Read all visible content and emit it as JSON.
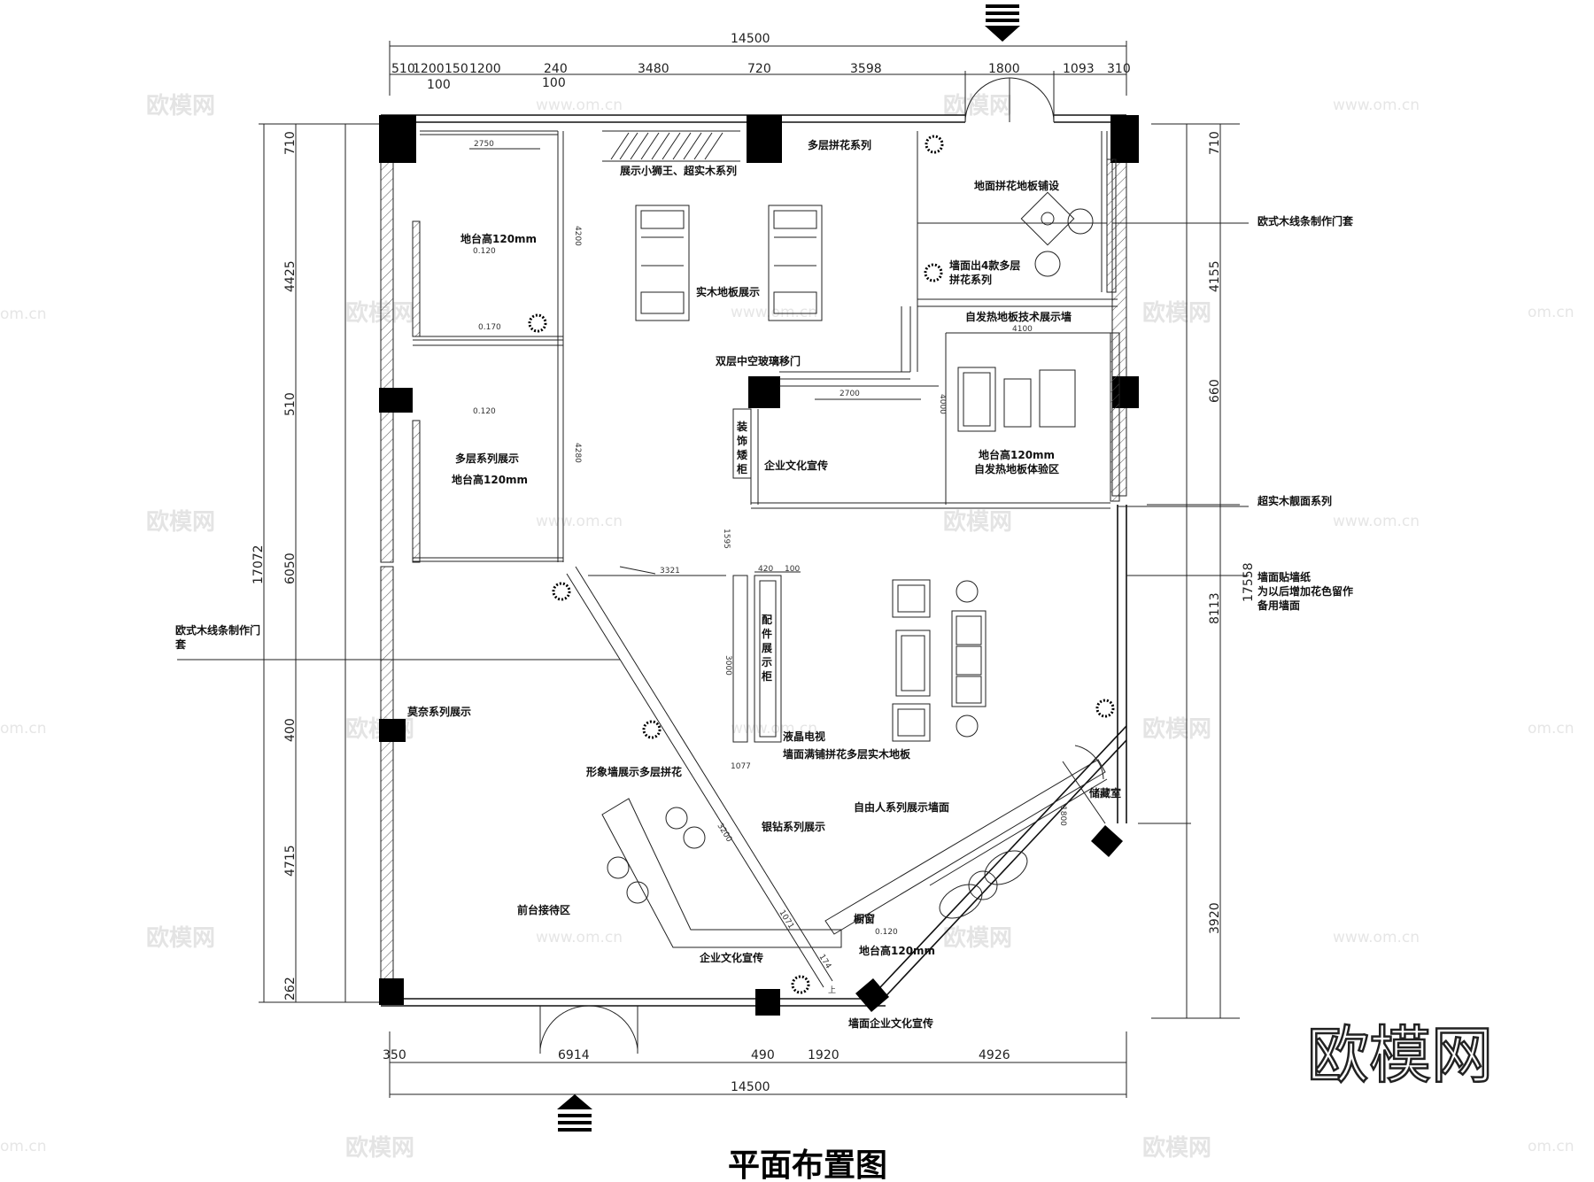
{
  "title": "平面布置图",
  "logo_text": "欧模网",
  "watermarks": [
    "欧模网",
    "www.om.cn",
    "om.cn"
  ],
  "dimensions": {
    "top_total": "14500",
    "top_segments": [
      "510",
      "1200",
      "150",
      "1200",
      "240",
      "100",
      "100",
      "3480",
      "720",
      "3598",
      "1800",
      "1093",
      "310"
    ],
    "bottom_total": "14500",
    "bottom_segments": [
      "350",
      "6914",
      "490",
      "1920",
      "4926"
    ],
    "left_total": "17072",
    "left_segments": [
      "710",
      "4425",
      "510",
      "6050",
      "400",
      "4715",
      "262"
    ],
    "right_total": "17558",
    "right_segments": [
      "710",
      "4155",
      "660",
      "8113",
      "3920"
    ],
    "inner": [
      "2750",
      "4200",
      "4280",
      "0.120",
      "0.170",
      "3321",
      "420",
      "100",
      "3000",
      "2700",
      "4000",
      "4100",
      "1595",
      "1077",
      "3200",
      "1071",
      "1800",
      "0.120",
      "174"
    ]
  },
  "labels": {
    "display_lion": "展示小狮王、超实木系列",
    "multilayer_parquet": "多层拼花系列",
    "platform_1": "地台高120mm",
    "solid_wood": "实木地板展示",
    "floor_parquet": "地面拼花地板铺设",
    "wall_4": "墙面出4款多层",
    "parquet_series": "拼花系列",
    "euro_door_right": "欧式木线条制作门套",
    "heating_wall": "自发热地板技术展示墙",
    "glass_door": "双层中空玻璃移门",
    "decor_cabinet": "装饰矮柜",
    "culture_1": "企业文化宣传",
    "platform_2": "地台高120mm",
    "heating_zone": "自发热地板体验区",
    "multilayer_show": "多层系列展示",
    "platform_3": "地台高120mm",
    "super_solid": "超实木靓面系列",
    "wallpaper_1": "墙面贴墙纸",
    "wallpaper_2": "为以后增加花色留作",
    "wallpaper_3": "备用墙面",
    "euro_door_left_1": "欧式木线条制作门",
    "euro_door_left_2": "套",
    "parts_cabinet": "配件展示柜",
    "monet": "莫奈系列展示",
    "lcd_tv": "液晶电视",
    "full_parquet": "墙面满铺拼花多层实木地板",
    "image_wall": "形象墙展示多层拼花",
    "silver_drill": "银钻系列展示",
    "freeman": "自由人系列展示墙面",
    "storage": "储藏室",
    "reception": "前台接待区",
    "window": "橱窗",
    "platform_4": "地台高120mm",
    "culture_2": "企业文化宣传",
    "culture_wall": "墙面企业文化宣传",
    "up": "上"
  }
}
